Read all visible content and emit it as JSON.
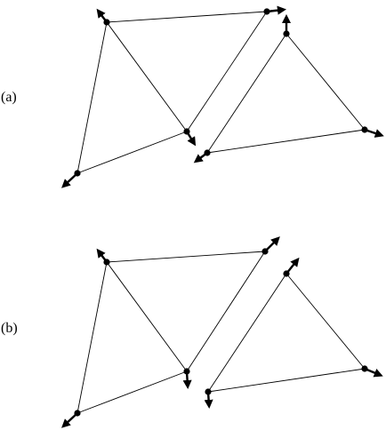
{
  "panels": [
    {
      "id": "a",
      "label": "(a)"
    },
    {
      "id": "b",
      "label": "(b)"
    }
  ],
  "colors": {
    "ink": "#000000",
    "background": "#ffffff"
  }
}
